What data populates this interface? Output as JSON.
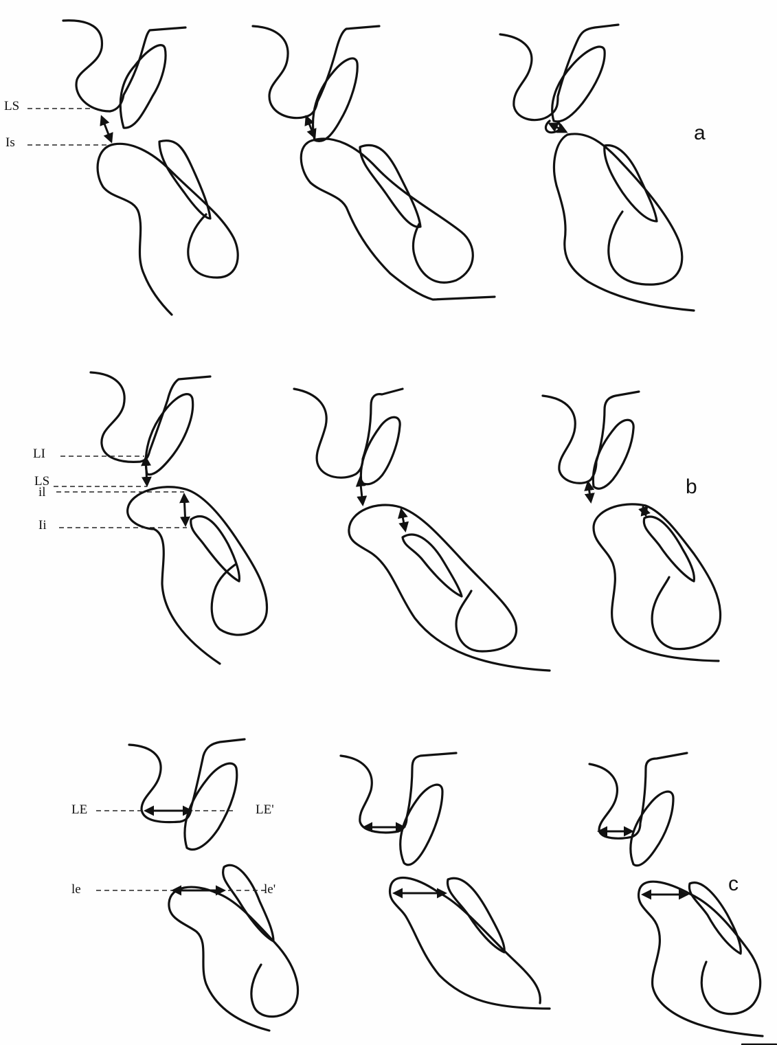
{
  "figure": {
    "rows": [
      {
        "row_label": "a",
        "point_labels": [
          "LS",
          "Is"
        ]
      },
      {
        "row_label": "b",
        "point_labels": [
          "LI",
          "LS",
          "il",
          "Ii"
        ]
      },
      {
        "row_label": "c",
        "point_labels": [
          "LE",
          "LE'",
          "le",
          "le'"
        ]
      }
    ]
  }
}
